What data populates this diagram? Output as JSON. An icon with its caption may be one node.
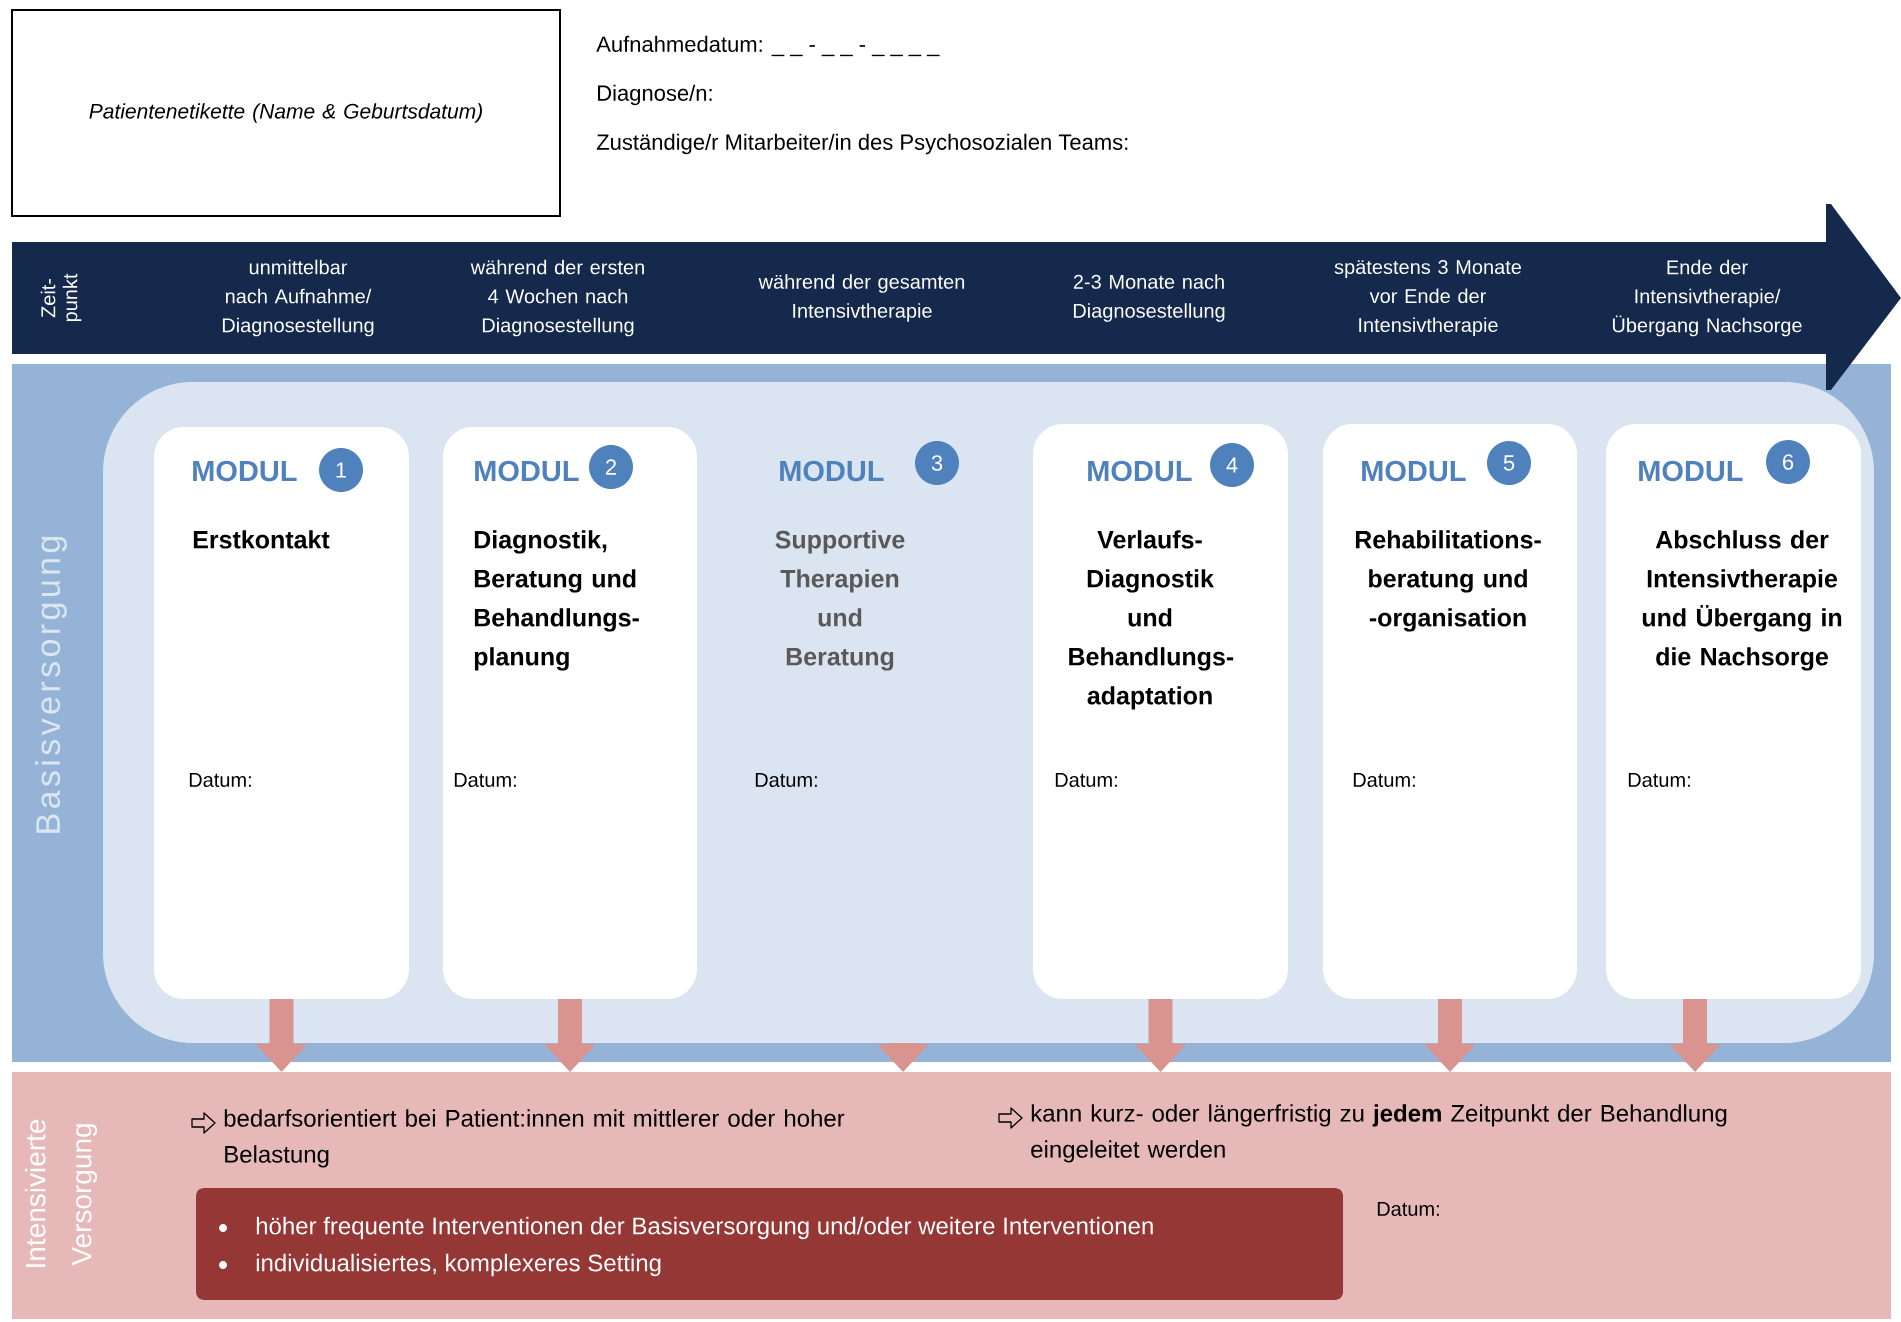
{
  "diagram": {
    "nodes": [
      {
        "text": [
          "Patientenetikette (Name & Geburtsdatum)"
        ]
      },
      {
        "text": [
          "Zeit-punkt",
          "unmittelbar nach Aufnahme/ Diagnosestellung",
          "während der ersten 4 Wochen nach Diagnosestellung",
          "während der gesamten Intensivtherapie",
          "2-3 Monate nach Diagnosestellung",
          "spätestens 3 Monate vor Ende der Intensivtherapie",
          "Ende der Intensivtherapie/ Übergang Nachsorge"
        ]
      },
      {
        "text": [
          "Basisversorgung"
        ]
      },
      {
        "text": [],
        "shape": "box",
        "in": 2
      },
      {
        "text": [
          "MODUL",
          "Erstkontakt",
          "Datum:"
        ],
        "in": 3
      },
      {
        "text": [
          "1"
        ],
        "in": 4
      },
      {
        "text": [
          "MODUL",
          "Diagnostik, Beratung und Behandlungs-planung",
          "Datum:"
        ],
        "in": 3
      },
      {
        "text": [
          "2"
        ],
        "in": 6
      },
      {
        "text": [
          "MODUL",
          "Supportive Therapien und Beratung",
          "Datum:"
        ],
        "in": 3
      },
      {
        "text": [
          "3"
        ],
        "in": 3
      },
      {
        "text": [
          "MODUL",
          "Verlaufs-Diagnostik und Behandlungs-adaptation",
          "Datum:"
        ],
        "in": 3
      },
      {
        "text": [
          "4"
        ],
        "in": 10
      },
      {
        "text": [
          "MODUL",
          "Rehabilitations-beratung und -organisation",
          "Datum:"
        ],
        "in": 3
      },
      {
        "text": [
          "5"
        ],
        "in": 12
      },
      {
        "text": [
          "MODUL",
          "Abschluss der Intensivtherapie und Übergang in die Nachsorge",
          "Datum:"
        ],
        "in": 3
      },
      {
        "text": [
          "6"
        ],
        "in": 14
      },
      {
        "text": [
          "Intensivierte Versorgung",
          "bedarfsorientiert bei Patient:innen mit mittlerer oder hoher Belastung",
          "kann kurz- oder längerfristig zu **jedem** Zeitpunkt der Behandlung eingeleitet werden",
          "Datum:"
        ]
      },
      {
        "text": [
          "höher frequente Interventionen der Basisversorgung und/oder weitere Interventionen",
          "individualisiertes, komplexeres Setting"
        ],
        "in": 16
      }
    ],
    "edges": [
      {
        "from": 4,
        "to": 16,
        "arrow": "to"
      },
      {
        "from": 6,
        "to": 16,
        "arrow": "to"
      },
      {
        "from": 3,
        "to": 16,
        "arrow": "to"
      },
      {
        "from": 10,
        "to": 16,
        "arrow": "to"
      },
      {
        "from": 12,
        "to": 16,
        "arrow": "to"
      },
      {
        "from": 14,
        "to": 16,
        "arrow": "to"
      }
    ],
    "labels": [
      "Aufnahmedatum: _ _ - _ _ - _ _ _ _",
      "Diagnose/n:",
      "Zuständige/r Mitarbeiter/in des Psychosozialen Teams:"
    ]
  }
}
